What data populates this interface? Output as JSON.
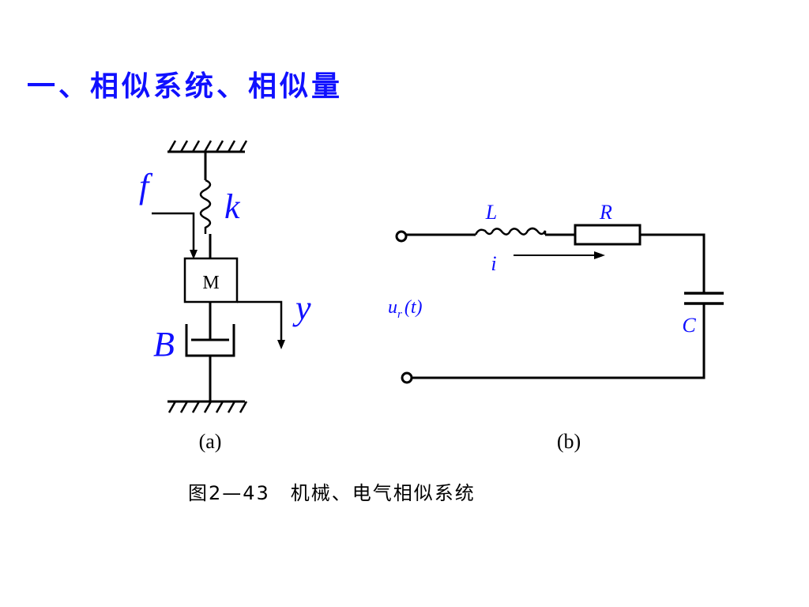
{
  "title": "一、相似系统、相似量",
  "caption": "图2—43　机械、电气相似系统",
  "colors": {
    "title": "#1010ff",
    "label_blue": "#1010ff",
    "line": "#000000"
  },
  "mechanical": {
    "force_label": "f",
    "spring_label": "k",
    "mass_label": "M",
    "displacement_label": "y",
    "damper_label": "B",
    "sublabel": "(a)"
  },
  "electrical": {
    "inductor_label": "L",
    "resistor_label": "R",
    "current_label": "i",
    "source_label_main": "u",
    "source_label_sub": "r",
    "source_label_arg": "(t)",
    "capacitor_label": "C",
    "sublabel": "(b)"
  }
}
